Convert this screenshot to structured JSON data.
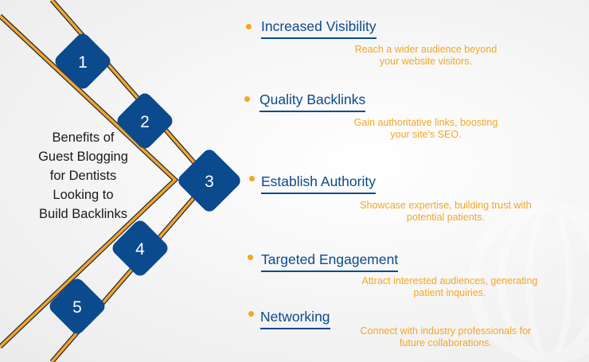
{
  "title_lines": [
    "Benefits of",
    "Guest Blogging",
    "for Dentists",
    "Looking to",
    "Build Backlinks"
  ],
  "colors": {
    "navy": "#0b4a8c",
    "orange": "#f5a623",
    "rail_edge": "#1f2a44"
  },
  "steps": [
    {
      "number": "1",
      "title": "Increased Visibility",
      "desc": [
        "Reach a wider audience beyond",
        "your website visitors."
      ]
    },
    {
      "number": "2",
      "title": "Quality Backlinks",
      "desc": [
        "Gain authoritative links, boosting",
        "your site's SEO."
      ]
    },
    {
      "number": "3",
      "title": "Establish Authority",
      "desc": [
        "Showcase expertise, building trust with",
        "potential patients."
      ]
    },
    {
      "number": "4",
      "title": "Targeted Engagement",
      "desc": [
        "Attract interested audiences, generating",
        "patient inquiries."
      ]
    },
    {
      "number": "5",
      "title": "Networking",
      "desc": [
        "Connect with industry professionals for",
        "future collaborations."
      ]
    }
  ]
}
